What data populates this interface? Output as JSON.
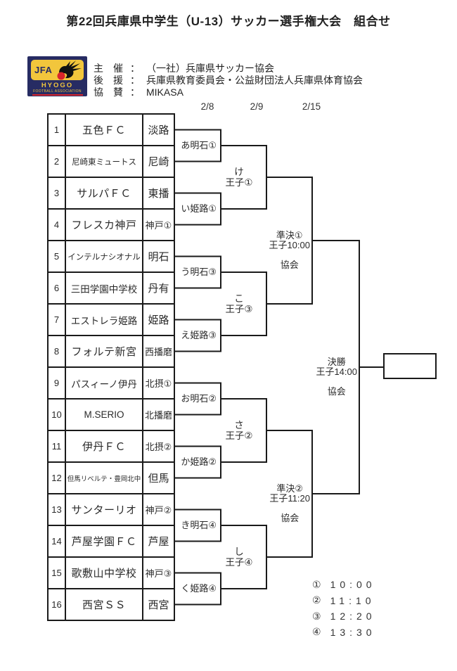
{
  "page": {
    "title": "第22回兵庫県中学生（U-13）サッカー選手権大会　組合せ"
  },
  "logo": {
    "jfa": "JFA",
    "region": "HYOGO",
    "subtitle": "FOOTBALL ASSOCIATION"
  },
  "sponsors": [
    {
      "label": "主　催",
      "separator": "：",
      "value": "（一社）兵庫県サッカー協会"
    },
    {
      "label": "後　援",
      "separator": "：",
      "value": "兵庫県教育委員会・公益財団法人兵庫県体育協会"
    },
    {
      "label": "協　賛",
      "separator": "：",
      "value": "MIKASA"
    }
  ],
  "dates": [
    "2/8",
    "2/9",
    "2/15"
  ],
  "bracket": {
    "teams": [
      {
        "no": "1",
        "name": "五色ＦＣ",
        "district": "淡路"
      },
      {
        "no": "2",
        "name": "尼崎東ミュートス",
        "district": "尼崎"
      },
      {
        "no": "3",
        "name": "サルパＦＣ",
        "district": "東播"
      },
      {
        "no": "4",
        "name": "フレスカ神戸",
        "district": "神戸①"
      },
      {
        "no": "5",
        "name": "インテルナシオナル",
        "district": "明石"
      },
      {
        "no": "6",
        "name": "三田学園中学校",
        "district": "丹有"
      },
      {
        "no": "7",
        "name": "エストレラ姫路",
        "district": "姫路"
      },
      {
        "no": "8",
        "name": "フォルテ新宮",
        "district": "西播磨"
      },
      {
        "no": "9",
        "name": "パスィーノ伊丹",
        "district": "北摂①"
      },
      {
        "no": "10",
        "name": "M.SERIO",
        "district": "北播磨"
      },
      {
        "no": "11",
        "name": "伊丹ＦＣ",
        "district": "北摂②"
      },
      {
        "no": "12",
        "name": "但馬リベルテ・豊岡北中",
        "district": "但馬"
      },
      {
        "no": "13",
        "name": "サンターリオ",
        "district": "神戸②"
      },
      {
        "no": "14",
        "name": "芦屋学園ＦＣ",
        "district": "芦屋"
      },
      {
        "no": "15",
        "name": "歌敷山中学校",
        "district": "神戸③"
      },
      {
        "no": "16",
        "name": "西宮ＳＳ",
        "district": "西宮"
      }
    ],
    "round1": [
      "あ明石①",
      "い姫路①",
      "う明石③",
      "え姫路③",
      "お明石②",
      "か姫路②",
      "き明石④",
      "く姫路④"
    ],
    "round2": [
      {
        "line1": "け",
        "line2": "王子①"
      },
      {
        "line1": "こ",
        "line2": "王子③"
      },
      {
        "line1": "さ",
        "line2": "王子②"
      },
      {
        "line1": "し",
        "line2": "王子④"
      }
    ],
    "semifinals": [
      {
        "title": "準決①",
        "venue_time": "王子10:00",
        "org": "協会"
      },
      {
        "title": "準決②",
        "venue_time": "王子11:20",
        "org": "協会"
      }
    ],
    "final": {
      "title": "決勝",
      "venue_time": "王子14:00",
      "org": "協会"
    }
  },
  "schedule_legend": [
    {
      "mark": "①",
      "time": "10:00"
    },
    {
      "mark": "②",
      "time": "11:10"
    },
    {
      "mark": "③",
      "time": "12:20"
    },
    {
      "mark": "④",
      "time": "13:30"
    }
  ],
  "colors": {
    "line": "#1a1a1a",
    "logo_navy": "#272c63",
    "logo_gold": "#f2c63c",
    "logo_red": "#d8242b"
  }
}
